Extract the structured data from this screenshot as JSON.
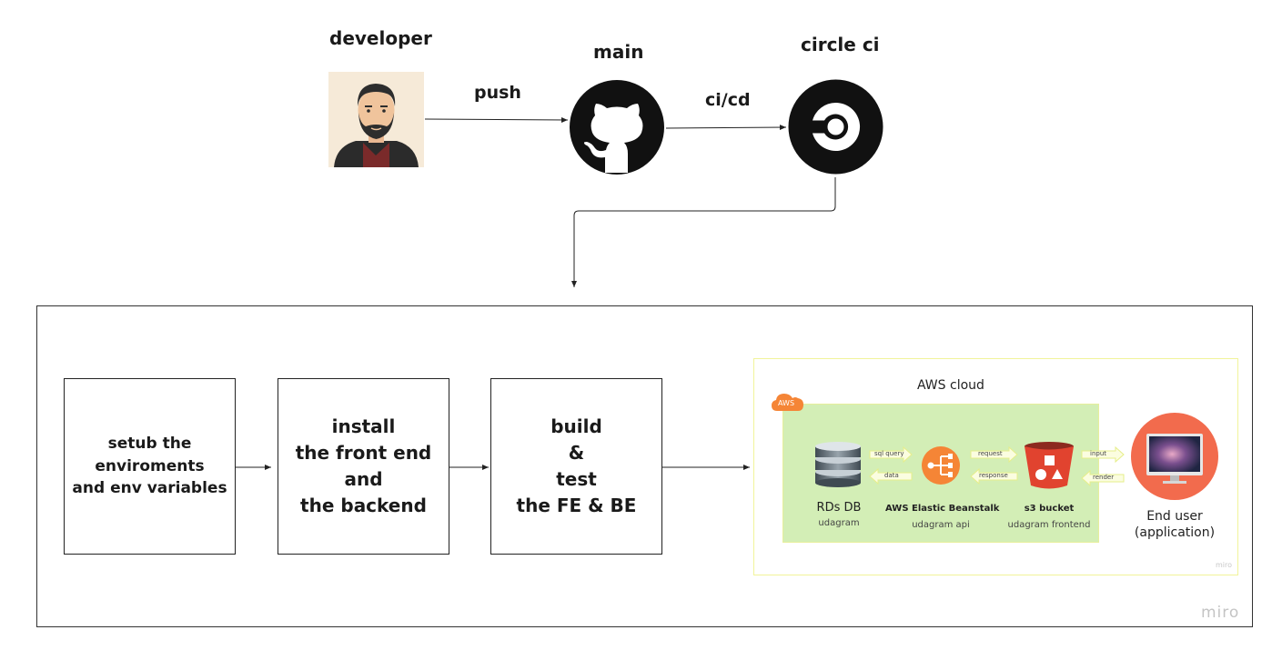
{
  "top": {
    "developer": {
      "label": "developer",
      "icon": "developer-avatar"
    },
    "repo": {
      "label": "main",
      "icon": "github-icon"
    },
    "ci": {
      "label": "circle ci",
      "icon": "circleci-icon"
    },
    "edges": {
      "push": "push",
      "cicd": "ci/cd"
    }
  },
  "pipeline": {
    "steps": [
      {
        "text": "setub the\nenviroments\nand env variables"
      },
      {
        "text": "install\nthe front end\nand\nthe backend"
      },
      {
        "text": "build\n&\ntest\nthe FE & BE"
      }
    ]
  },
  "aws": {
    "title": "AWS cloud",
    "badge": "AWS",
    "services": [
      {
        "name": "RDs DB",
        "sub": "udagram",
        "icon": "database-icon"
      },
      {
        "name": "AWS Elastic Beanstalk",
        "sub": "udagram api",
        "icon": "beanstalk-icon"
      },
      {
        "name": "s3 bucket",
        "sub": "udagram frontend",
        "icon": "s3-bucket-icon"
      }
    ],
    "flows": {
      "sql_query": "sql query",
      "data": "data",
      "request": "request",
      "response": "response",
      "input": "input",
      "render": "render"
    },
    "end_user": "End user\n(application)",
    "watermark_small": "miro"
  },
  "watermark": "miro",
  "colors": {
    "aws_inner": "#d3eeb6",
    "aws_border": "#f1f49a",
    "orange": "#f58536",
    "red": "#e1432f",
    "enduser_circle": "#f26b4d"
  }
}
